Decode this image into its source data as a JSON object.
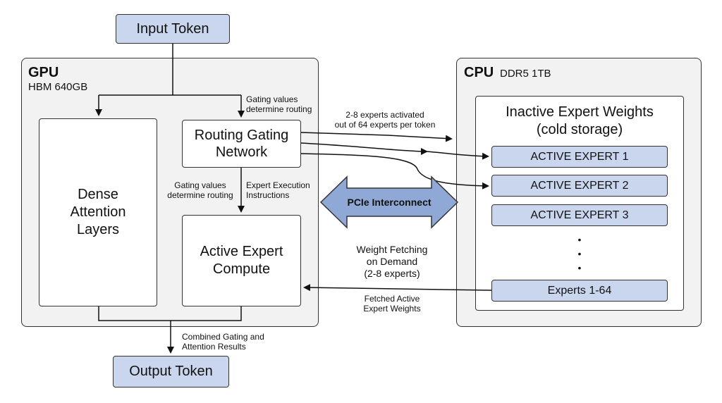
{
  "input_token": "Input Token",
  "output_token": "Output Token",
  "gpu": {
    "title": "GPU",
    "subtitle": "HBM 640GB"
  },
  "cpu": {
    "title": "CPU",
    "subtitle": "DDR5 1TB"
  },
  "dense_attention": [
    "Dense",
    "Attention",
    "Layers"
  ],
  "routing_network": [
    "Routing Gating",
    "Network"
  ],
  "active_expert_compute": [
    "Active Expert",
    "Compute"
  ],
  "inactive_weights": [
    "Inactive Expert Weights",
    "(cold storage)"
  ],
  "experts": [
    "ACTIVE EXPERT 1",
    "ACTIVE EXPERT 2",
    "ACTIVE EXPERT 3"
  ],
  "experts_all": "Experts 1-64",
  "ellipsis": "•\n•\n•",
  "pcie": "PCIe Interconnect",
  "labels": {
    "gating_top": [
      "Gating values",
      "determine routing"
    ],
    "gating_left": [
      "Gating values",
      "determine routing"
    ],
    "expert_exec": [
      "Expert Execution",
      "Instructions"
    ],
    "activated": [
      "2-8 experts activated",
      "out of 64 experts per token"
    ],
    "weight_fetch": [
      "Weight Fetching",
      "on Demand",
      "(2-8 experts)"
    ],
    "fetched": [
      "Fetched Active",
      "Expert Weights"
    ],
    "combined": [
      "Combined Gating and",
      "Attention Results"
    ]
  }
}
